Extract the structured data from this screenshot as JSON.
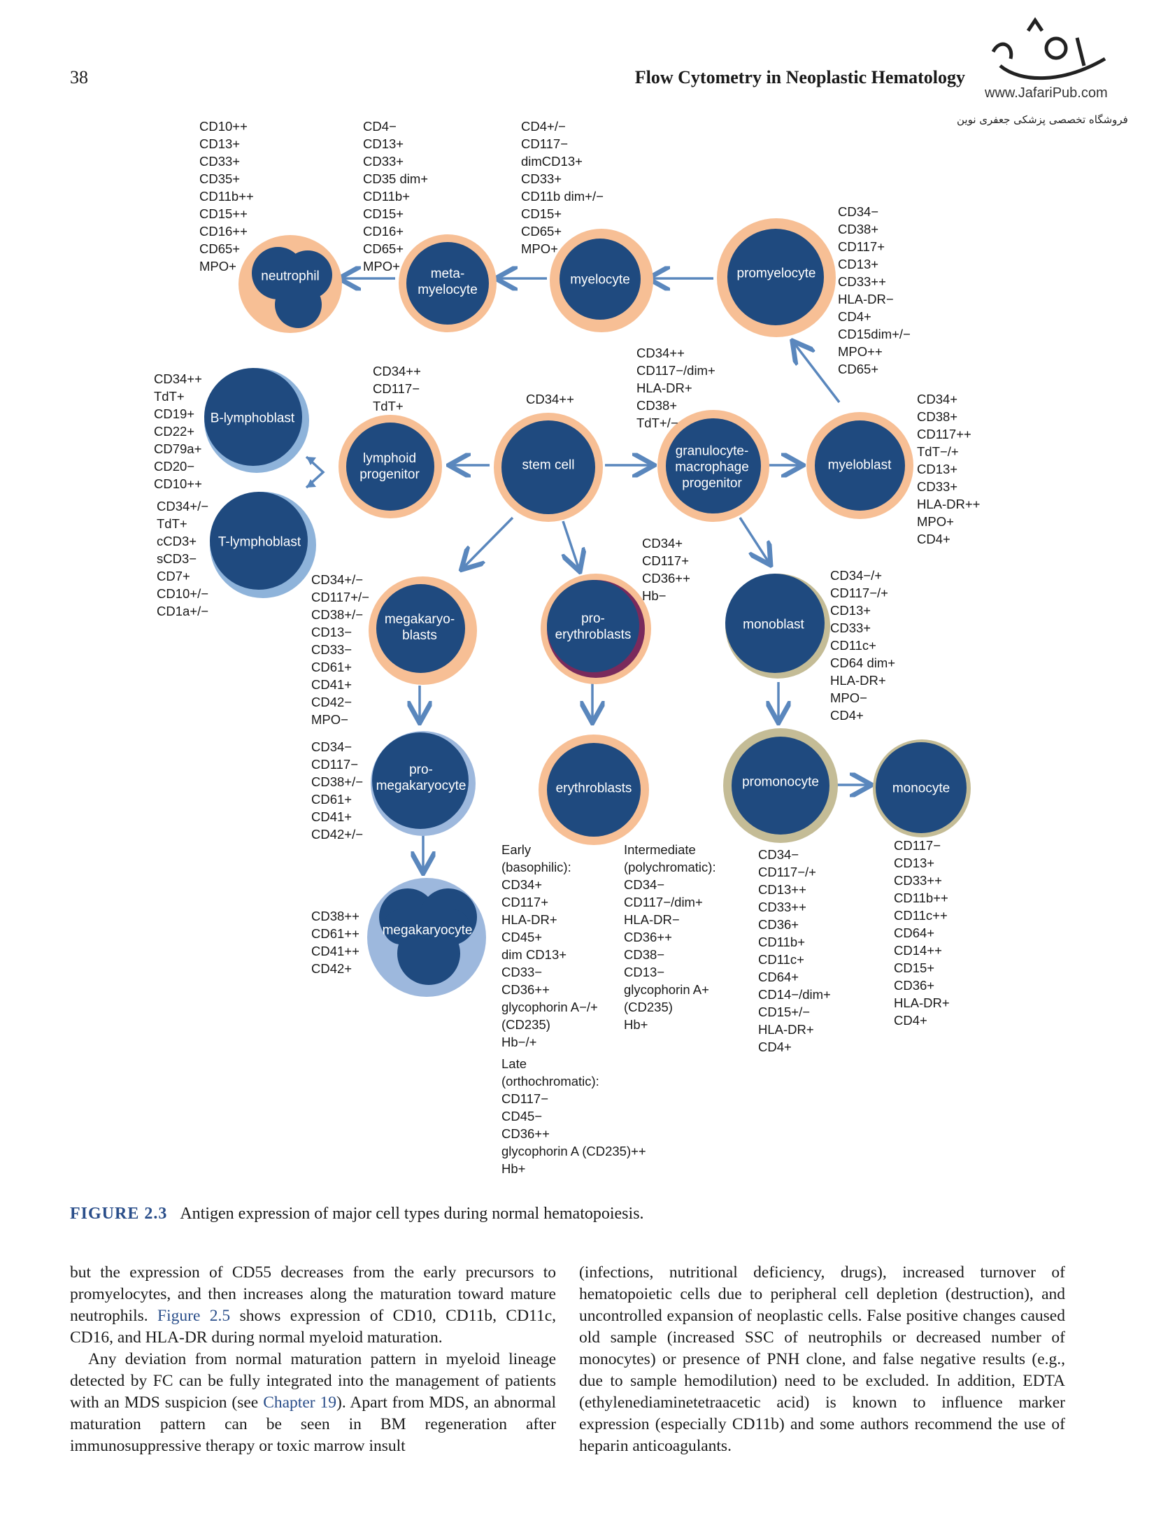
{
  "header": {
    "page_number": "38",
    "running_title": "Flow Cytometry in Neoplastic Hematology"
  },
  "watermark": {
    "url": "www.JafariPub.com",
    "persian": "فروشگاه تخصصی پزشکی جعفری نوین"
  },
  "colors": {
    "cell_fill": "#1f4a7f",
    "ring_myeloid": "#f7bf95",
    "ring_lymphoid": "#8eb3da",
    "ring_mega": "#9db8dd",
    "ring_mono": "#c4bc96",
    "ring_erythro_inner": "#7a2a5c",
    "arrow": "#5a87bd",
    "caption_accent": "#2a4e8a"
  },
  "cells": {
    "neutrophil": "neutrophil",
    "metamyelocyte": "meta-\nmyelocyte",
    "myelocyte": "myelocyte",
    "promyelocyte": "promyelocyte",
    "b_lymphoblast": "B-lymphoblast",
    "t_lymphoblast": "T-lymphoblast",
    "lymphoid_progenitor": "lymphoid\nprogenitor",
    "stem_cell": "stem cell",
    "gm_progenitor": "granulocyte-\nmacrophage\nprogenitor",
    "myeloblast": "myeloblast",
    "megakaryoblasts": "megakaryo-\nblasts",
    "proerythroblasts": "pro-\nerythroblasts",
    "monoblast": "monoblast",
    "promegakaryocyte": "pro-\nmegakaryocyte",
    "erythroblasts": "erythroblasts",
    "promonocyte": "promonocyte",
    "monocyte": "monocyte",
    "megakaryocyte": "megakaryocyte"
  },
  "markers": {
    "neutrophil": "CD10++\nCD13+\nCD33+\nCD35+\nCD11b++\nCD15++\nCD16++\nCD65+\nMPO+",
    "metamyelocyte": "CD4−\nCD13+\nCD33+\nCD35 dim+\nCD11b+\nCD15+\nCD16+\nCD65+\nMPO+",
    "myelocyte": "CD4+/−\nCD117−\ndimCD13+\nCD33+\nCD11b dim+/−\nCD15+\nCD65+\nMPO+",
    "promyelocyte": "CD34−\nCD38+\nCD117+\nCD13+\nCD33++\nHLA-DR−\nCD4+\nCD15dim+/−\nMPO++\nCD65+",
    "b_lymphoblast": "CD34++\nTdT+\nCD19+\nCD22+\nCD79a+\nCD20−\nCD10++",
    "t_lymphoblast": "CD34+/−\nTdT+\ncCD3+\nsCD3−\nCD7+\nCD10+/−\nCD1a+/−",
    "lymphoid_progenitor": "CD34++\nCD117−\nTdT+",
    "stem_cell": "CD34++",
    "gm_progenitor": "CD34++\nCD117−/dim+\nHLA-DR+\nCD38+\nTdT+/−",
    "myeloblast": "CD34+\nCD38+\nCD117++\nTdT−/+\nCD13+\nCD33+\nHLA-DR++\nMPO+\nCD4+",
    "megakaryoblasts": "CD34+/−\nCD117+/−\nCD38+/−\nCD13−\nCD33−\nCD61+\nCD41+\nCD42−\nMPO−",
    "proerythroblasts": "CD34+\nCD117+\nCD36++\nHb−",
    "monoblast": "CD34−/+\nCD117−/+\nCD13+\nCD33+\nCD11c+\nCD64 dim+\nHLA-DR+\nMPO−\nCD4+",
    "promegakaryocyte": "CD34−\nCD117−\nCD38+/−\nCD61+\nCD41+\nCD42+/−",
    "megakaryocyte": "CD38++\nCD61++\nCD41++\nCD42+",
    "erythro_early": "Early\n(basophilic):\nCD34+\nCD117+\nHLA-DR+\nCD45+\ndim CD13+\nCD33−\nCD36++\nglycophorin A−/+\n(CD235)\nHb−/+",
    "erythro_late": "Late\n(orthochromatic):\nCD117−\nCD45−\nCD36++\nglycophorin A (CD235)++\nHb+",
    "erythro_intermediate": "Intermediate\n(polychromatic):\nCD34−\nCD117−/dim+\nHLA-DR−\nCD36++\nCD38−\nCD13−\nglycophorin A+\n(CD235)\nHb+",
    "promonocyte": "CD34−\nCD117−/+\nCD13++\nCD33++\nCD36+\nCD11b+\nCD11c+\nCD64+\nCD14−/dim+\nCD15+/−\nHLA-DR+\nCD4+",
    "monocyte": "CD117−\nCD13+\nCD33++\nCD11b++\nCD11c++\nCD64+\nCD14++\nCD15+\nCD36+\nHLA-DR+\nCD4+"
  },
  "caption": {
    "label": "FIGURE 2.3",
    "text": "Antigen expression of major cell types during normal hematopoiesis."
  },
  "body": {
    "left_p1_a": "but the expression of CD55 decreases from the early precursors to promyelocytes, and then increases along the maturation toward mature neutrophils. ",
    "left_p1_link": "Figure 2.5",
    "left_p1_b": " shows expression of CD10, CD11b, CD11c, CD16, and HLA-DR during normal myeloid maturation.",
    "left_p2_a": "Any deviation from normal maturation pattern in myeloid lineage detected by FC can be fully integrated into the management of patients with an MDS suspicion (see ",
    "left_p2_link": "Chapter 19",
    "left_p2_b": "). Apart from MDS, an abnormal maturation pattern can be seen in BM regeneration after immunosuppressive therapy or toxic marrow insult",
    "right_p1": "(infections, nutritional deficiency, drugs), increased turnover of hematopoietic cells due to peripheral cell depletion (destruction), and uncontrolled expansion of neoplastic cells. False positive changes caused old sample (increased SSC of neutrophils or decreased number of monocytes) or presence of PNH clone, and false negative results (e.g., due to sample hemodilution) need to be excluded. In addition, EDTA (ethylenediaminetetraacetic acid) is known to influence marker expression (especially CD11b) and some authors recommend the use of heparin anticoagulants."
  }
}
